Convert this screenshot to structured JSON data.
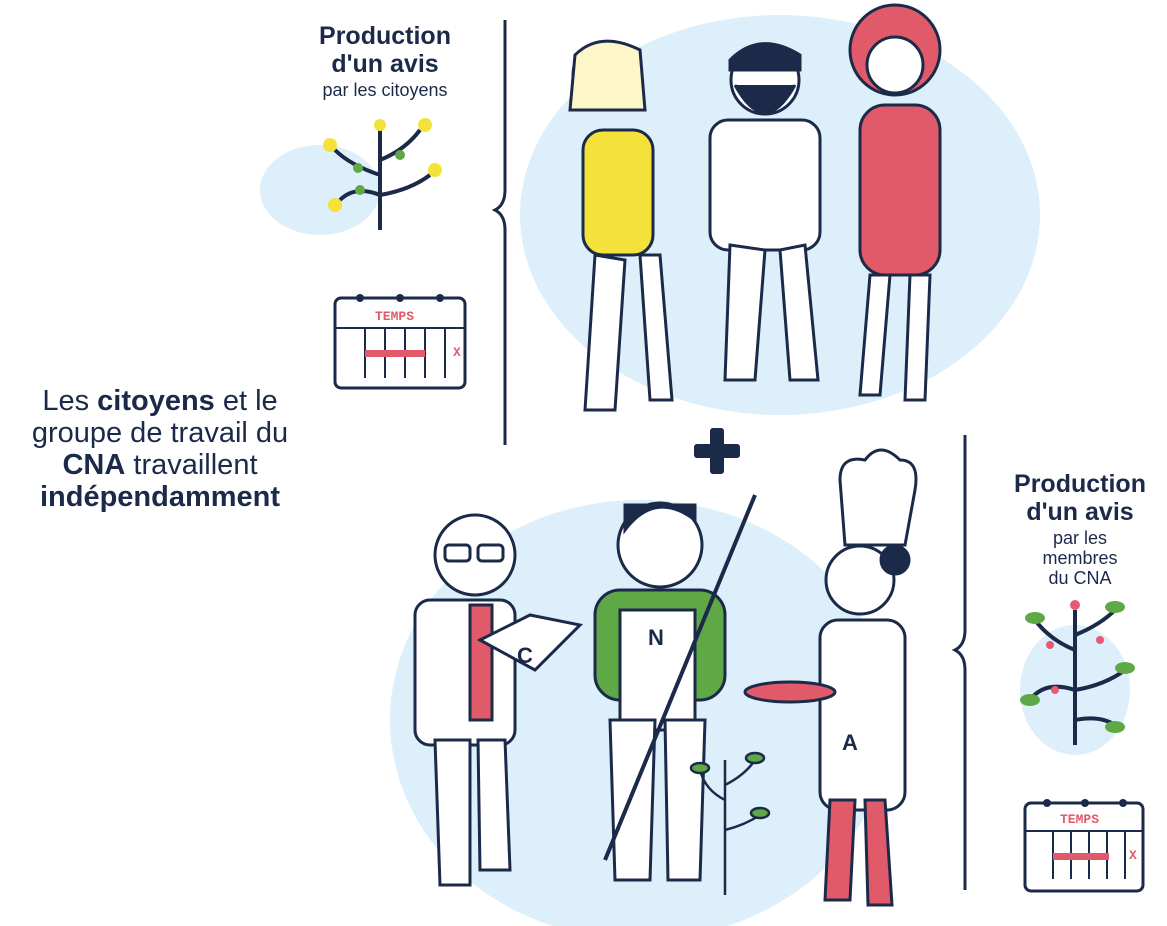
{
  "top_block": {
    "title_line1": "Production",
    "title_line2": "d'un avis",
    "subtitle": "par les citoyens",
    "calendar_label": "TEMPS"
  },
  "center_text": {
    "part1": "Les ",
    "bold1": "citoyens",
    "part2": " et le groupe de travail du ",
    "bold2": "CNA",
    "part3": " travaillent ",
    "bold3": "indépendamment"
  },
  "bottom_block": {
    "title_line1": "Production",
    "title_line2": "d'un avis",
    "subtitle_line1": "par les",
    "subtitle_line2": "membres",
    "subtitle_line3": "du CNA",
    "calendar_label": "TEMPS"
  },
  "apron_letters": {
    "c": "C",
    "n": "N",
    "a": "A"
  },
  "colors": {
    "navy": "#1c2a4a",
    "light_blue": "#dceffa",
    "yellow": "#f4e23a",
    "green": "#5ea845",
    "red": "#e05a6a",
    "pink": "#e85a72"
  },
  "icons": [
    "tree-yellow-icon",
    "calendar-icon",
    "tree-pink-icon",
    "plus-icon",
    "brace-icon"
  ]
}
